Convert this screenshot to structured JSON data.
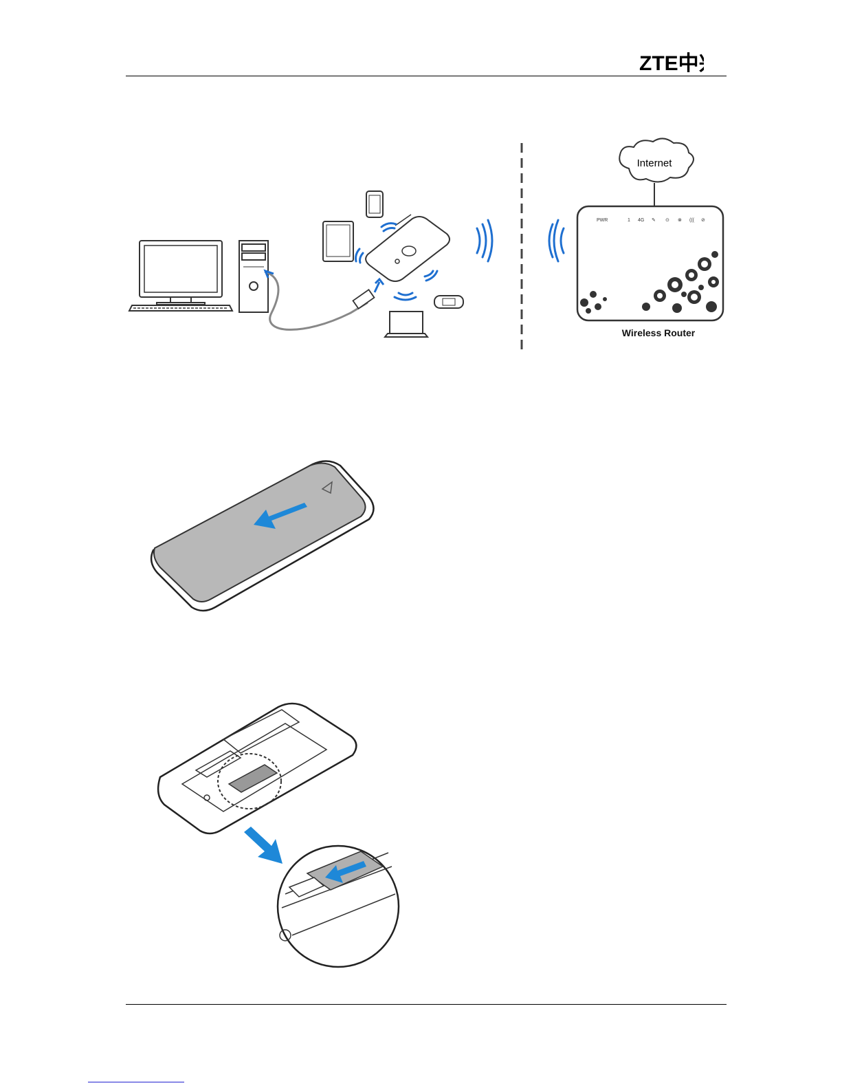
{
  "header": {
    "logo_text": "ZTE中兴"
  },
  "figure1": {
    "cloud_label": "Internet",
    "router_label": "Wireless Router",
    "router_leds": [
      "PWR",
      "1",
      "4G",
      "✎",
      "⊙",
      "⊗",
      "(((",
      "⊘"
    ]
  },
  "figure2": {},
  "figure3": {},
  "footer": {}
}
